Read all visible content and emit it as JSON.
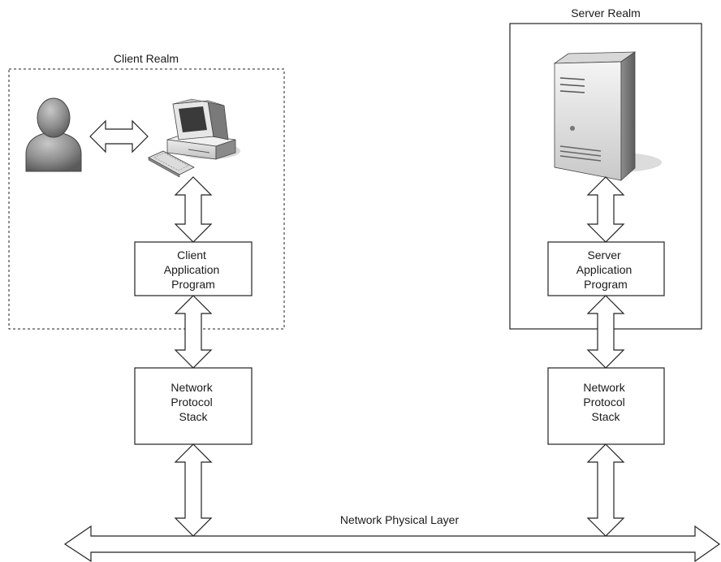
{
  "realms": {
    "client": {
      "label": "Client Realm"
    },
    "server": {
      "label": "Server Realm"
    }
  },
  "boxes": {
    "client_app": {
      "lines": [
        "Client",
        "Application",
        "Program"
      ]
    },
    "client_stack": {
      "lines": [
        "Network",
        "Protocol",
        "Stack"
      ]
    },
    "server_app": {
      "lines": [
        "Server",
        "Application",
        "Program"
      ]
    },
    "server_stack": {
      "lines": [
        "Network",
        "Protocol",
        "Stack"
      ]
    }
  },
  "bus": {
    "label": "Network Physical Layer"
  },
  "icons": {
    "user": "user-icon",
    "computer": "desktop-computer-icon",
    "server": "server-tower-icon"
  }
}
